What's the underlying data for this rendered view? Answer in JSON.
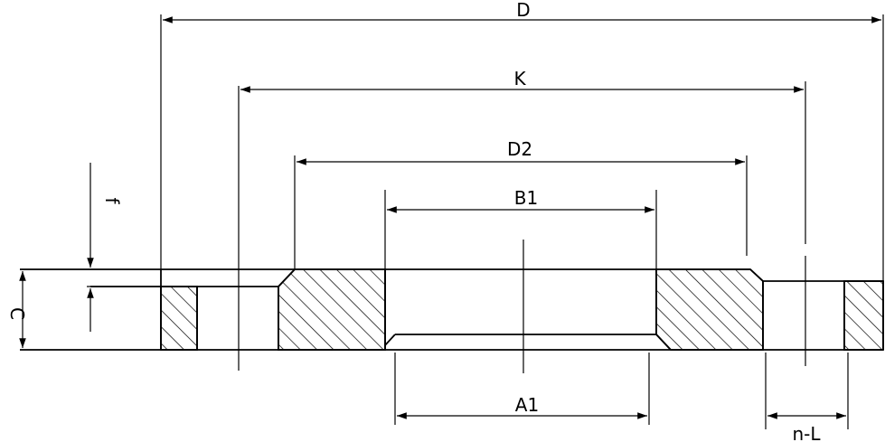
{
  "diagram": {
    "labels": {
      "D": "D",
      "K": "K",
      "D2": "D2",
      "B1": "B1",
      "A1": "A1",
      "nL": "n-L",
      "C": "C",
      "f": "f"
    }
  }
}
